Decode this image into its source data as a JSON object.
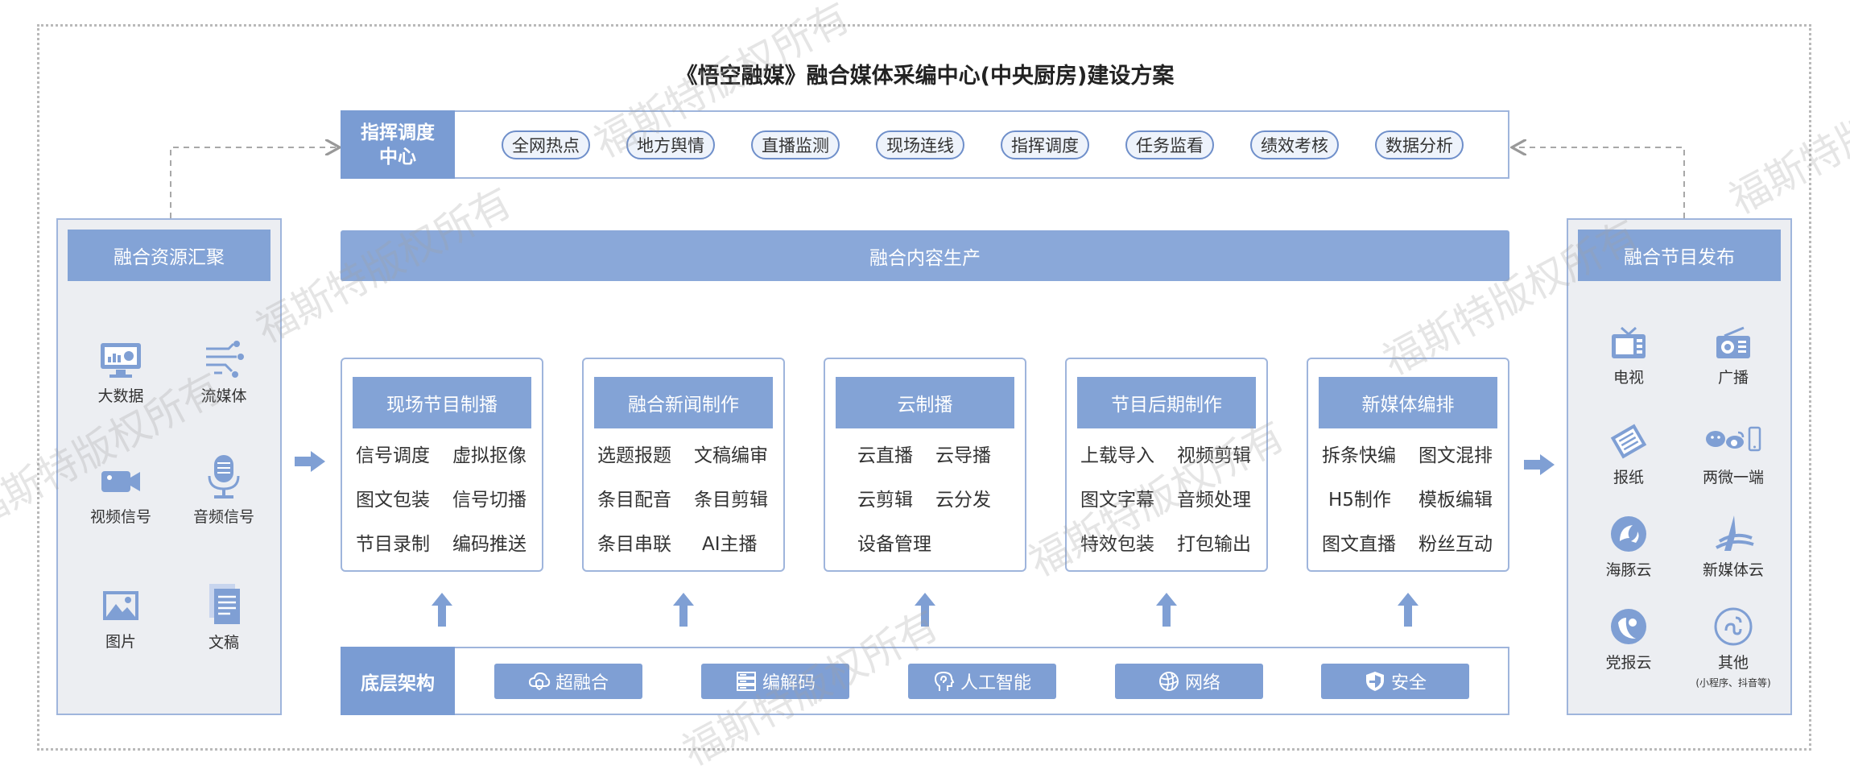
{
  "title": "《悟空融媒》融合媒体采编中心(中央厨房)建设方案",
  "command_center": {
    "label": "指挥调度\n中心",
    "items": [
      "全网热点",
      "地方舆情",
      "直播监测",
      "现场连线",
      "指挥调度",
      "任务监看",
      "绩效考核",
      "数据分析"
    ]
  },
  "resources": {
    "header": "融合资源汇聚",
    "items": [
      {
        "label": "大数据",
        "icon": "monitor-chart-icon"
      },
      {
        "label": "流媒体",
        "icon": "stream-nodes-icon"
      },
      {
        "label": "视频信号",
        "icon": "video-camera-icon"
      },
      {
        "label": "音频信号",
        "icon": "microphone-icon"
      },
      {
        "label": "图片",
        "icon": "image-icon"
      },
      {
        "label": "文稿",
        "icon": "document-icon"
      }
    ]
  },
  "production": {
    "header": "融合内容生产",
    "modules": [
      {
        "title": "现场节目制播",
        "items": [
          "信号调度",
          "虚拟抠像",
          "图文包装",
          "信号切播",
          "节目录制",
          "编码推送"
        ]
      },
      {
        "title": "融合新闻制作",
        "items": [
          "选题报题",
          "文稿编审",
          "条目配音",
          "条目剪辑",
          "条目串联",
          "AI主播"
        ]
      },
      {
        "title": "云制播",
        "items": [
          "云直播",
          "云导播",
          "云剪辑",
          "云分发",
          "设备管理"
        ]
      },
      {
        "title": "节目后期制作",
        "items": [
          "上载导入",
          "视频剪辑",
          "图文字幕",
          "音频处理",
          "特效包装",
          "打包输出"
        ]
      },
      {
        "title": "新媒体编排",
        "items": [
          "拆条快编",
          "图文混排",
          "H5制作",
          "模板编辑",
          "图文直播",
          "粉丝互动"
        ]
      }
    ]
  },
  "infrastructure": {
    "label": "底层架构",
    "items": [
      {
        "label": "超融合",
        "icon": "cloud-shield-icon"
      },
      {
        "label": "编解码",
        "icon": "server-icon"
      },
      {
        "label": "人工智能",
        "icon": "ai-head-icon"
      },
      {
        "label": "网络",
        "icon": "globe-icon"
      },
      {
        "label": "安全",
        "icon": "shield-icon"
      }
    ]
  },
  "publishing": {
    "header": "融合节目发布",
    "items": [
      {
        "label": "电视",
        "icon": "tv-icon"
      },
      {
        "label": "广播",
        "icon": "radio-icon"
      },
      {
        "label": "报纸",
        "icon": "newspaper-icon"
      },
      {
        "label": "两微一端",
        "icon": "social-apps-icon"
      },
      {
        "label": "海豚云",
        "icon": "dolphin-cloud-icon"
      },
      {
        "label": "新媒体云",
        "icon": "new-media-cloud-icon"
      },
      {
        "label": "党报云",
        "icon": "party-cloud-icon"
      },
      {
        "label": "其他",
        "sub": "(小程序、抖音等)",
        "icon": "mini-program-icon"
      }
    ]
  },
  "watermark_text": "福斯特版权所有",
  "colors": {
    "accent": "#83a3d6",
    "header_dark": "#7a9cd3",
    "border": "#9fb5dc",
    "panel_bg": "#eceef2"
  }
}
